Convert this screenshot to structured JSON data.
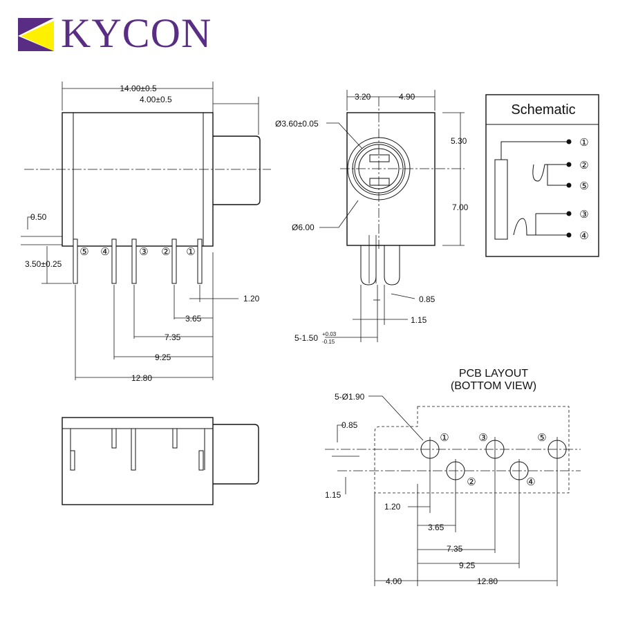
{
  "brand": {
    "name": "KYCON",
    "purple": "#5a2d84",
    "yellow": "#fff000"
  },
  "schematic": {
    "title": "Schematic",
    "pins": [
      "①",
      "②",
      "⑤",
      "③",
      "④"
    ]
  },
  "side_view": {
    "dims": {
      "overall": "14.00±0.5",
      "jack": "4.00±0.5",
      "offset": "0.50",
      "standoff": "3.50±0.25",
      "pin_w": "1.20",
      "p365": "3.65",
      "p735": "7.35",
      "p925": "9.25",
      "p1280": "12.80"
    },
    "pins": [
      "⑤",
      "④",
      "③",
      "②",
      "①"
    ]
  },
  "front_view": {
    "dims": {
      "left": "3.20",
      "right": "4.90",
      "top": "5.30",
      "bottom": "7.00",
      "bore": "Ø3.60±0.05",
      "face": "Ø6.00",
      "p085": "0.85",
      "p115": "1.15",
      "pinw_main": "5-1.50",
      "pinw_sup": "+0.03",
      "pinw_sub": "-0.15"
    }
  },
  "pcb": {
    "title1": "PCB LAYOUT",
    "title2": "(BOTTOM VIEW)",
    "holes": "5-Ø1.90",
    "dims": {
      "d085": "0.85",
      "d115": "1.15",
      "d120": "1.20",
      "d365": "3.65",
      "d735": "7.35",
      "d925": "9.25",
      "d400": "4.00",
      "d1280": "12.80"
    },
    "pins": [
      "①",
      "③",
      "⑤",
      "②",
      "④"
    ]
  }
}
